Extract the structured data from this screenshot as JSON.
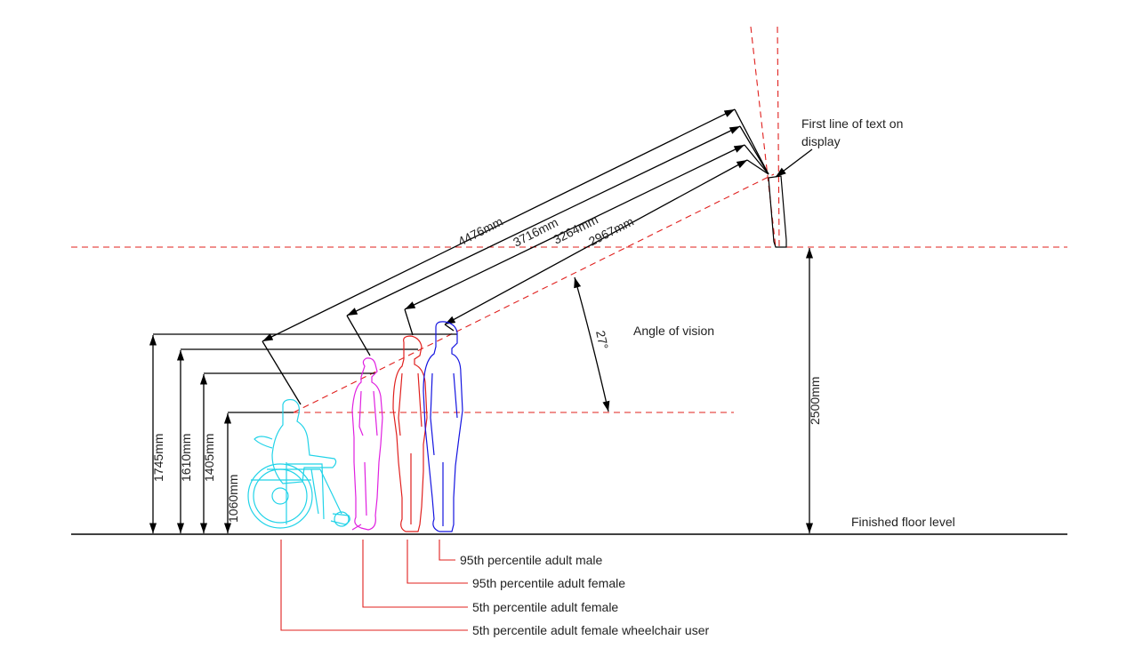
{
  "labels": {
    "display_note": [
      "First line of text on",
      "display"
    ],
    "angle_label": "Angle of vision",
    "angle_value": "27°",
    "floor_label": "Finished floor level",
    "display_height": "2500mm"
  },
  "sightlines": [
    "4476mm",
    "3716mm",
    "3264mm",
    "2967mm"
  ],
  "eye_heights": [
    "1745mm",
    "1610mm",
    "1405mm",
    "1060mm"
  ],
  "legend": [
    "95th percentile adult male",
    "95th percentile adult female",
    "5th percentile adult female",
    "5th percentile adult female wheelchair user"
  ],
  "colors": {
    "wheelchair_user": "#22d3e8",
    "female_5th": "#e020e0",
    "female_95th": "#e0201e",
    "male_95th": "#1414e0"
  }
}
